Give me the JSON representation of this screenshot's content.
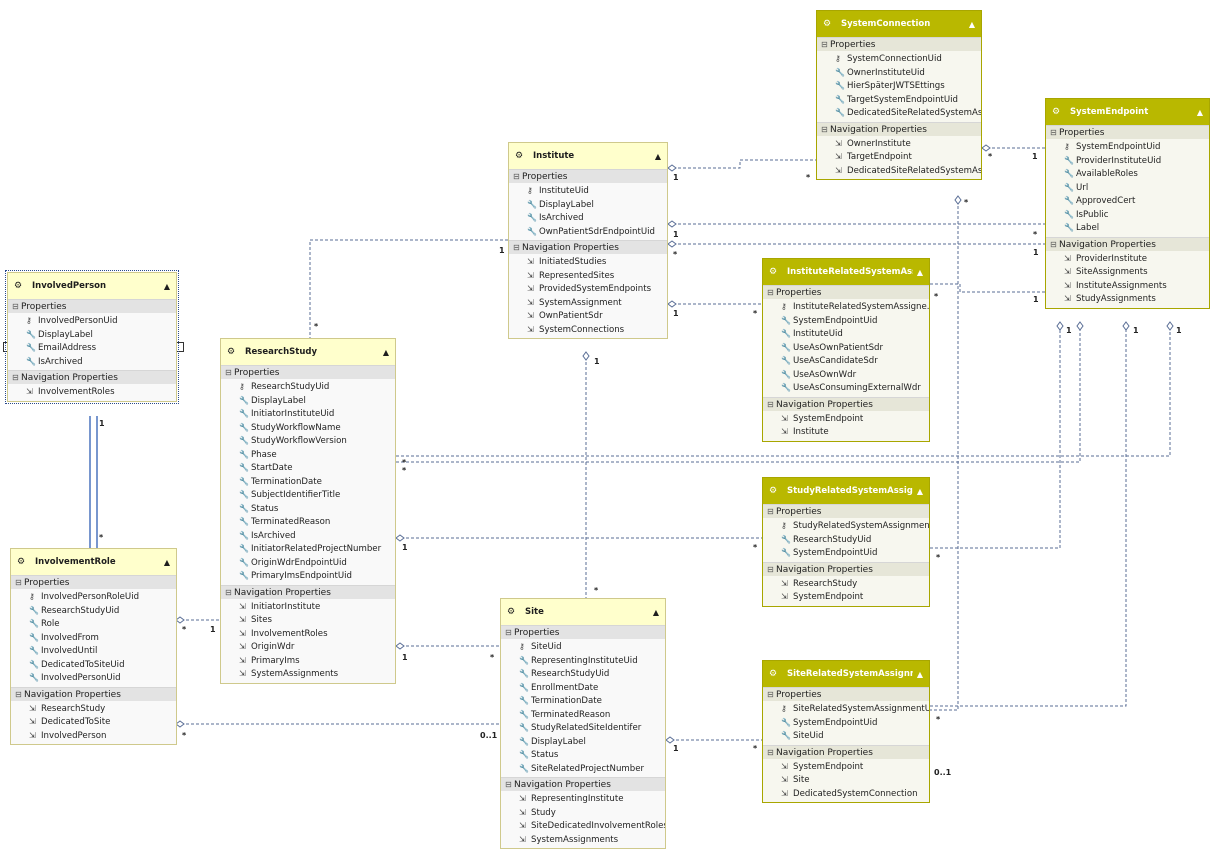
{
  "entities": {
    "involvedperson": {
      "title": "InvolvedPerson",
      "properties_label": "Properties",
      "navigation_label": "Navigation Properties",
      "properties": [
        "InvolvedPersonUid",
        "DisplayLabel",
        "EmailAddress",
        "IsArchived"
      ],
      "navigation": [
        "InvolvementRoles"
      ]
    },
    "involvementrole": {
      "title": "InvolvementRole",
      "properties_label": "Properties",
      "navigation_label": "Navigation Properties",
      "properties": [
        "InvolvedPersonRoleUid",
        "ResearchStudyUid",
        "Role",
        "InvolvedFrom",
        "InvolvedUntil",
        "DedicatedToSiteUid",
        "InvolvedPersonUid"
      ],
      "navigation": [
        "ResearchStudy",
        "DedicatedToSite",
        "InvolvedPerson"
      ]
    },
    "researchstudy": {
      "title": "ResearchStudy",
      "properties_label": "Properties",
      "navigation_label": "Navigation Properties",
      "properties": [
        "ResearchStudyUid",
        "DisplayLabel",
        "InitiatorInstituteUid",
        "StudyWorkflowName",
        "StudyWorkflowVersion",
        "Phase",
        "StartDate",
        "TerminationDate",
        "SubjectIdentifierTitle",
        "Status",
        "TerminatedReason",
        "IsArchived",
        "InitiatorRelatedProjectNumber",
        "OriginWdrEndpointUid",
        "PrimaryImsEndpointUid"
      ],
      "navigation": [
        "InitiatorInstitute",
        "Sites",
        "InvolvementRoles",
        "OriginWdr",
        "PrimaryIms",
        "SystemAssignments"
      ]
    },
    "institute": {
      "title": "Institute",
      "properties_label": "Properties",
      "navigation_label": "Navigation Properties",
      "properties": [
        "InstituteUid",
        "DisplayLabel",
        "IsArchived",
        "OwnPatientSdrEndpointUid"
      ],
      "navigation": [
        "InitiatedStudies",
        "RepresentedSites",
        "ProvidedSystemEndpoints",
        "SystemAssignment",
        "OwnPatientSdr",
        "SystemConnections"
      ]
    },
    "site": {
      "title": "Site",
      "properties_label": "Properties",
      "navigation_label": "Navigation Properties",
      "properties": [
        "SiteUid",
        "RepresentingInstituteUid",
        "ResearchStudyUid",
        "EnrollmentDate",
        "TerminationDate",
        "TerminatedReason",
        "StudyRelatedSiteIdentifer",
        "DisplayLabel",
        "Status",
        "SiteRelatedProjectNumber"
      ],
      "navigation": [
        "RepresentingInstitute",
        "Study",
        "SiteDedicatedInvolvementRoles",
        "SystemAssignments"
      ]
    },
    "systemconnection": {
      "title": "SystemConnection",
      "properties_label": "Properties",
      "navigation_label": "Navigation Properties",
      "properties": [
        "SystemConnectionUid",
        "OwnerInstituteUid",
        "HierSpäterJWTSEttings",
        "TargetSystemEndpointUid",
        "DedicatedSiteRelatedSystemAss..."
      ],
      "navigation": [
        "OwnerInstitute",
        "TargetEndpoint",
        "DedicatedSiteRelatedSystemAss..."
      ]
    },
    "systemendpoint": {
      "title": "SystemEndpoint",
      "properties_label": "Properties",
      "navigation_label": "Navigation Properties",
      "properties": [
        "SystemEndpointUid",
        "ProviderInstituteUid",
        "AvailableRoles",
        "Url",
        "ApprovedCert",
        "IsPublic",
        "Label"
      ],
      "navigation": [
        "ProviderInstitute",
        "SiteAssignments",
        "InstituteAssignments",
        "StudyAssignments"
      ]
    },
    "instituterelated": {
      "title": "InstituteRelatedSystemAssign...",
      "properties_label": "Properties",
      "navigation_label": "Navigation Properties",
      "properties": [
        "InstituteRelatedSystemAssigne...",
        "SystemEndpointUid",
        "InstituteUid",
        "UseAsOwnPatientSdr",
        "UseAsCandidateSdr",
        "UseAsOwnWdr",
        "UseAsConsumingExternalWdr"
      ],
      "navigation": [
        "SystemEndpoint",
        "Institute"
      ]
    },
    "studyrelated": {
      "title": "StudyRelatedSystemAssignment",
      "properties_label": "Properties",
      "navigation_label": "Navigation Properties",
      "properties": [
        "StudyRelatedSystemAssignment...",
        "ResearchStudyUid",
        "SystemEndpointUid"
      ],
      "navigation": [
        "ResearchStudy",
        "SystemEndpoint"
      ]
    },
    "siterelated": {
      "title": "SiteRelatedSystemAssignment",
      "properties_label": "Properties",
      "navigation_label": "Navigation Properties",
      "properties": [
        "SiteRelatedSystemAssignmentUid",
        "SystemEndpointUid",
        "SiteUid"
      ],
      "navigation": [
        "SystemEndpoint",
        "Site",
        "DedicatedSystemConnection"
      ]
    }
  },
  "multiplicities": {
    "m1": "1",
    "m2": "*",
    "m3": "*",
    "m4": "1",
    "m5": "1",
    "m6": "*",
    "m7": "1",
    "m8": "*",
    "m9": "*",
    "m10": "1",
    "m11": "1",
    "m12": "*",
    "m13": "*",
    "m14": "1",
    "m15": "1",
    "m16": "*",
    "m17": "1",
    "m18": "*",
    "m19": "*",
    "m20": "1",
    "m21": "1",
    "m22": "*",
    "m23": "*",
    "m24": "0..1",
    "m25": "1",
    "m26": "*",
    "m27": "*",
    "m28": "0..1",
    "m29": "*",
    "m30": "*",
    "m31": "1",
    "m32": "1",
    "m33": "1",
    "m34": "*",
    "m35": "*",
    "m36": "1",
    "m37": "*"
  },
  "icons": {
    "entity": "entity-icon",
    "key": "key-icon",
    "property": "wrench-icon",
    "navigation": "navigation-icon",
    "collapse": "chevron-up-icon",
    "section": "minus-icon"
  },
  "colors": {
    "entity_yellow": "#ffffcc",
    "entity_olive_header": "#b9b800",
    "connector": "#5a6e96"
  }
}
